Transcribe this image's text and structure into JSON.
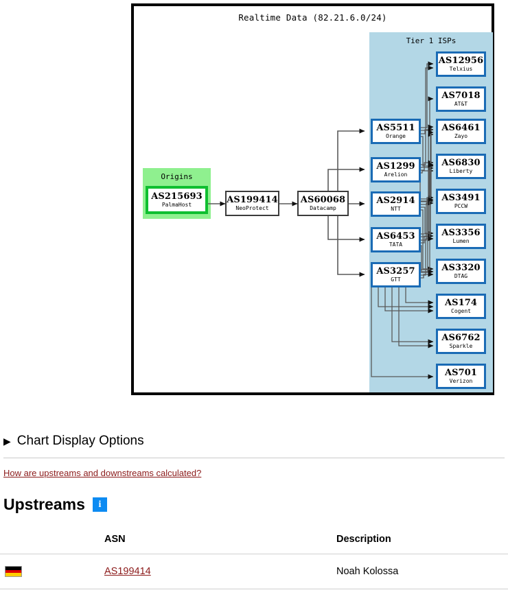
{
  "chart": {
    "title": "Realtime Data (82.21.6.0/24)",
    "groups": {
      "origins_label": "Origins",
      "tier1_label": "Tier 1 ISPs"
    },
    "colors": {
      "tier1_panel": "#b3d7e6",
      "origins_panel": "#8ff08f",
      "tier1_border": "#1a6bb5",
      "origin_border": "#0fbf30",
      "edge": "#595959",
      "frame": "#000000"
    },
    "nodes": {
      "origin": {
        "asn": "AS215693",
        "org": "PalmaHost"
      },
      "path": [
        {
          "asn": "AS199414",
          "org": "NeoProtect"
        },
        {
          "asn": "AS60068",
          "org": "Datacamp"
        }
      ],
      "mid_tier1": [
        {
          "asn": "AS5511",
          "org": "Orange"
        },
        {
          "asn": "AS1299",
          "org": "Arelion"
        },
        {
          "asn": "AS2914",
          "org": "NTT"
        },
        {
          "asn": "AS6453",
          "org": "TATA"
        },
        {
          "asn": "AS3257",
          "org": "GTT"
        }
      ],
      "right_tier1": [
        {
          "asn": "AS12956",
          "org": "Telxius"
        },
        {
          "asn": "AS7018",
          "org": "AT&T"
        },
        {
          "asn": "AS6461",
          "org": "Zayo"
        },
        {
          "asn": "AS6830",
          "org": "Liberty"
        },
        {
          "asn": "AS3491",
          "org": "PCCW"
        },
        {
          "asn": "AS3356",
          "org": "Lumen"
        },
        {
          "asn": "AS3320",
          "org": "DTAG"
        },
        {
          "asn": "AS174",
          "org": "Cogent"
        },
        {
          "asn": "AS6762",
          "org": "Sparkle"
        },
        {
          "asn": "AS701",
          "org": "Verizon"
        }
      ]
    }
  },
  "options": {
    "toggle_triangle": "▶",
    "toggle_label": "Chart Display Options"
  },
  "links": {
    "calculation_help": "How are upstreams and downstreams calculated?"
  },
  "upstreams": {
    "heading": "Upstreams",
    "info_glyph": "i",
    "columns": {
      "flag": "",
      "asn": "ASN",
      "description": "Description"
    },
    "rows": [
      {
        "flag_country": "Germany",
        "asn": "AS199414",
        "description": "Noah Kolossa"
      }
    ]
  }
}
